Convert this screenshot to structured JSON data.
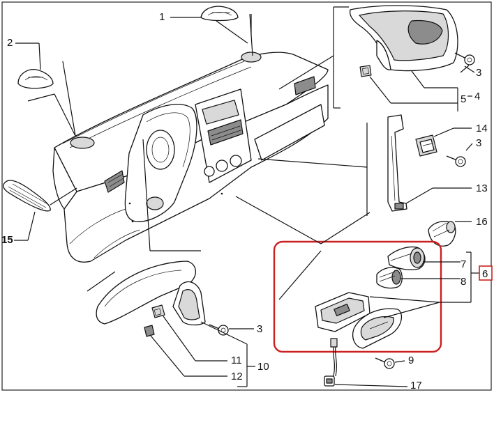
{
  "diagram": {
    "callouts": {
      "c1": "1",
      "c2": "2",
      "c3a": "3",
      "c3b": "3",
      "c3c": "3",
      "c4": "4",
      "c5": "5",
      "c6": "6",
      "c7": "7",
      "c8": "8",
      "c9": "9",
      "c10": "10",
      "c11": "11",
      "c12": "12",
      "c13": "13",
      "c14": "14",
      "c15": "15",
      "c16": "16",
      "c17": "17"
    },
    "colors": {
      "line": "#111111",
      "highlight": "#cc1f1f",
      "frame": "#222222"
    }
  }
}
